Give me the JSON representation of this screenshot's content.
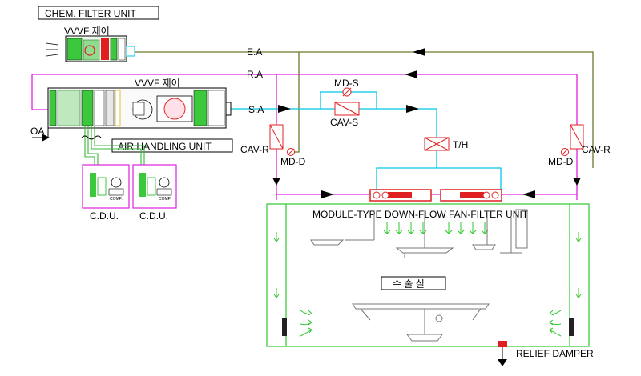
{
  "labels": {
    "chem_filter_unit": "CHEM. FILTER UNIT",
    "vvvf_control_1": "VVVF 제어",
    "vvvf_control_2": "VVVF 제어",
    "air_handling_unit": "AIR HANDLING UNIT",
    "oa": "OA",
    "cdu_1": "C.D.U.",
    "cdu_2": "C.D.U.",
    "comp_1": "COMP.",
    "comp_2": "COMP.",
    "ea": "E.A",
    "ra": "R.A",
    "sa": "S.A",
    "md_s": "MD-S",
    "cav_s": "CAV-S",
    "th": "T/H",
    "cav_r_left": "CAV-R",
    "cav_r_right": "CAV-R",
    "md_d_left": "MD-D",
    "md_d_right": "MD-D",
    "ffu": "MODULE-TYPE DOWN-FLOW FAN-FILTER UNIT",
    "operating_room": "수 술 실",
    "relief_damper": "RELIEF DAMPER"
  },
  "colors": {
    "exhaust_air_line": "#6b7a2a",
    "return_air_line": "#e020e0",
    "supply_air_line": "#00c8e8",
    "cdu_piping": "#38b838",
    "equipment_red": "#e02020",
    "room_outline": "#2ec82e",
    "text": "#000000"
  }
}
